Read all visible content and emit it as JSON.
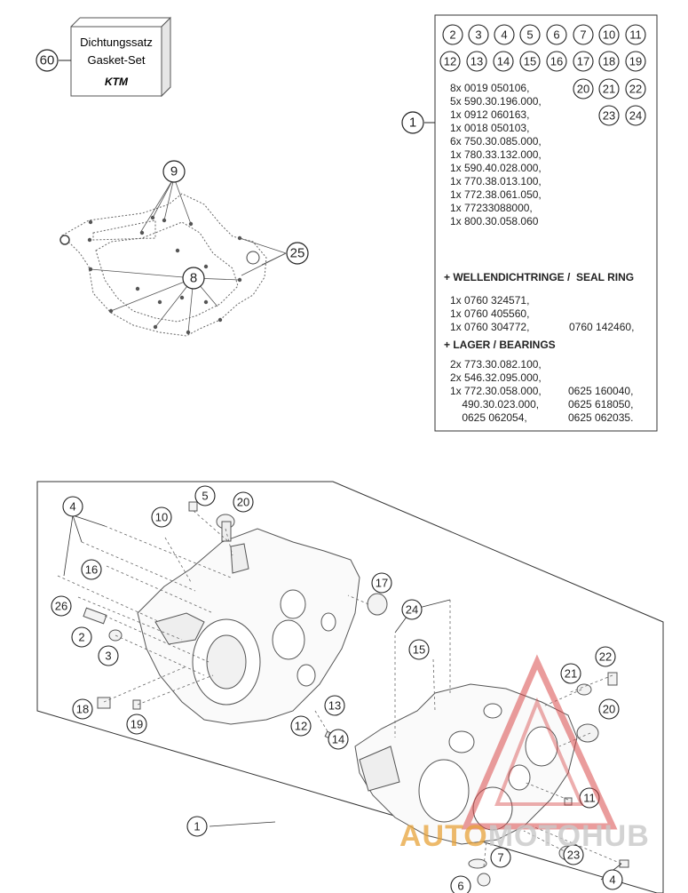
{
  "gasket_box": {
    "title_de": "Dichtungssatz",
    "title_en": "Gasket-Set",
    "brand_logo": "KTM",
    "callout": "60"
  },
  "kit_box": {
    "callout_ref": "1",
    "contents_callouts": [
      "2",
      "3",
      "4",
      "5",
      "6",
      "7",
      "10",
      "11",
      "12",
      "13",
      "14",
      "15",
      "16",
      "17",
      "18",
      "19",
      "20",
      "21",
      "22",
      "23",
      "24"
    ],
    "part_lines": [
      "8x 0019 050106,",
      "5x 590.30.196.000,",
      "1x 0912 060163,",
      "1x 0018 050103,",
      "6x 750.30.085.000,",
      "1x 780.33.132.000,",
      "1x 590.40.028.000,",
      "1x 770.38.013.100,",
      "1x 772.38.061.050,",
      "1x 77233088000,",
      "1x 800.30.058.060"
    ],
    "seal_heading": "+ WELLENDICHTRINGE /  SEAL RING",
    "seal_lines": [
      "1x 0760 324571,",
      "1x 0760 405560,",
      "1x 0760 304772,"
    ],
    "seal_extra": "0760 142460,",
    "bearing_heading": "+ LAGER / BEARINGS",
    "bearing_lines_left": [
      "2x 773.30.082.100,",
      "2x 546.32.095.000,",
      "1x 772.30.058.000,",
      "    490.30.023.000,",
      "    0625 062054,"
    ],
    "bearing_lines_right": [
      "0625 160040,",
      "0625 618050,",
      "0625 062035."
    ]
  },
  "gasket_callouts": [
    "9",
    "8",
    "25"
  ],
  "crankcase_callouts": [
    "4",
    "5",
    "20",
    "10",
    "16",
    "26",
    "2",
    "3",
    "18",
    "19",
    "17",
    "24",
    "15",
    "21",
    "22",
    "12",
    "13",
    "14",
    "20",
    "11",
    "7",
    "23",
    "6",
    "4",
    "1"
  ],
  "watermark": {
    "part1": "AUTO",
    "part2": "MOTO",
    "part3": "HUB",
    "color_primary": "#e8a33a",
    "color_secondary": "#c9c9c9",
    "color_triangle": "#d84b4b"
  }
}
